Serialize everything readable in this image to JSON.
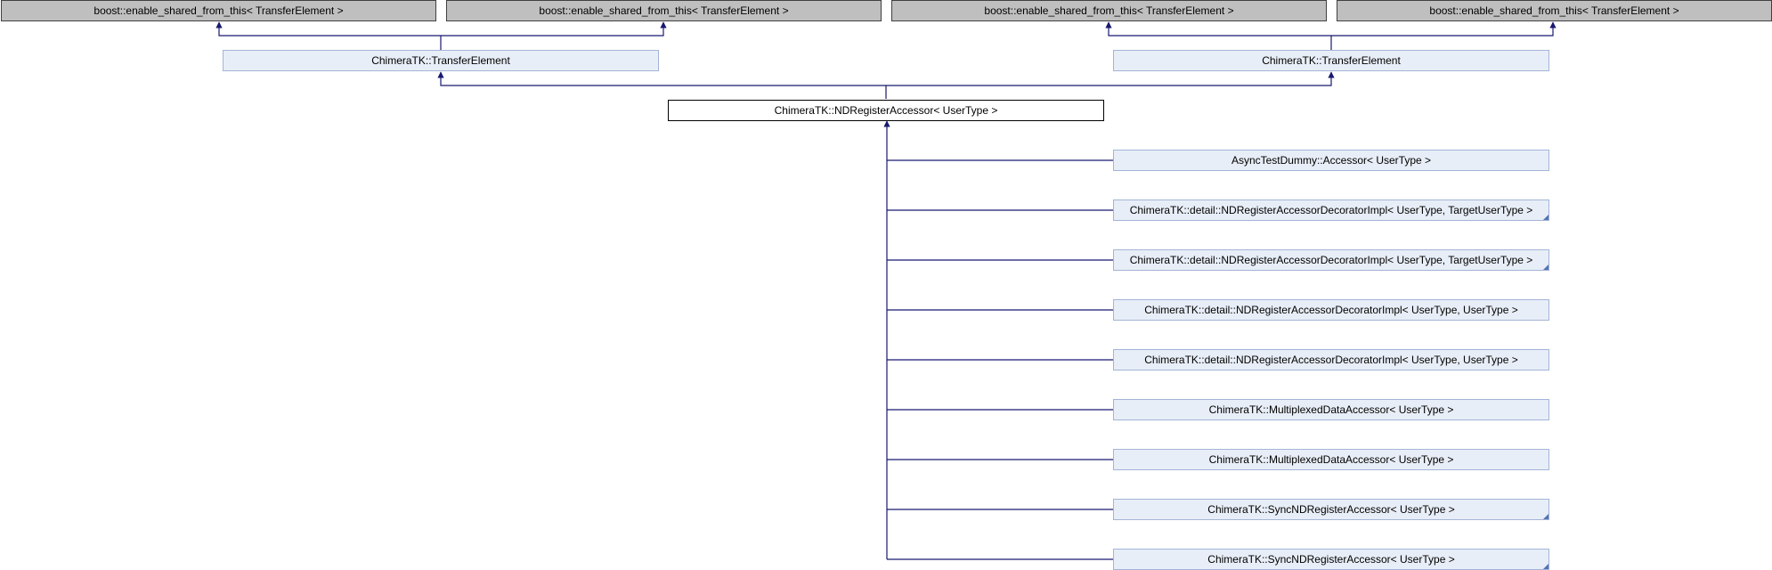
{
  "diagram": {
    "base_classes": [
      "boost::enable_shared_from_this< TransferElement >",
      "boost::enable_shared_from_this< TransferElement >",
      "boost::enable_shared_from_this< TransferElement >",
      "boost::enable_shared_from_this< TransferElement >"
    ],
    "parents": [
      "ChimeraTK::TransferElement",
      "ChimeraTK::TransferElement"
    ],
    "main_class": "ChimeraTK::NDRegisterAccessor< UserType >",
    "derived": [
      "AsyncTestDummy::Accessor< UserType >",
      "ChimeraTK::detail::NDRegisterAccessorDecoratorImpl< UserType, TargetUserType >",
      "ChimeraTK::detail::NDRegisterAccessorDecoratorImpl< UserType, TargetUserType >",
      "ChimeraTK::detail::NDRegisterAccessorDecoratorImpl< UserType, UserType >",
      "ChimeraTK::detail::NDRegisterAccessorDecoratorImpl< UserType, UserType >",
      "ChimeraTK::MultiplexedDataAccessor< UserType >",
      "ChimeraTK::MultiplexedDataAccessor< UserType >",
      "ChimeraTK::SyncNDRegisterAccessor< UserType >",
      "ChimeraTK::SyncNDRegisterAccessor< UserType >"
    ],
    "colors": {
      "base_fill": "#bfbfbf",
      "base_border": "#404040",
      "derived_fill": "#e8eef7",
      "derived_border": "#a3b4d7",
      "edge": "#191970"
    }
  }
}
